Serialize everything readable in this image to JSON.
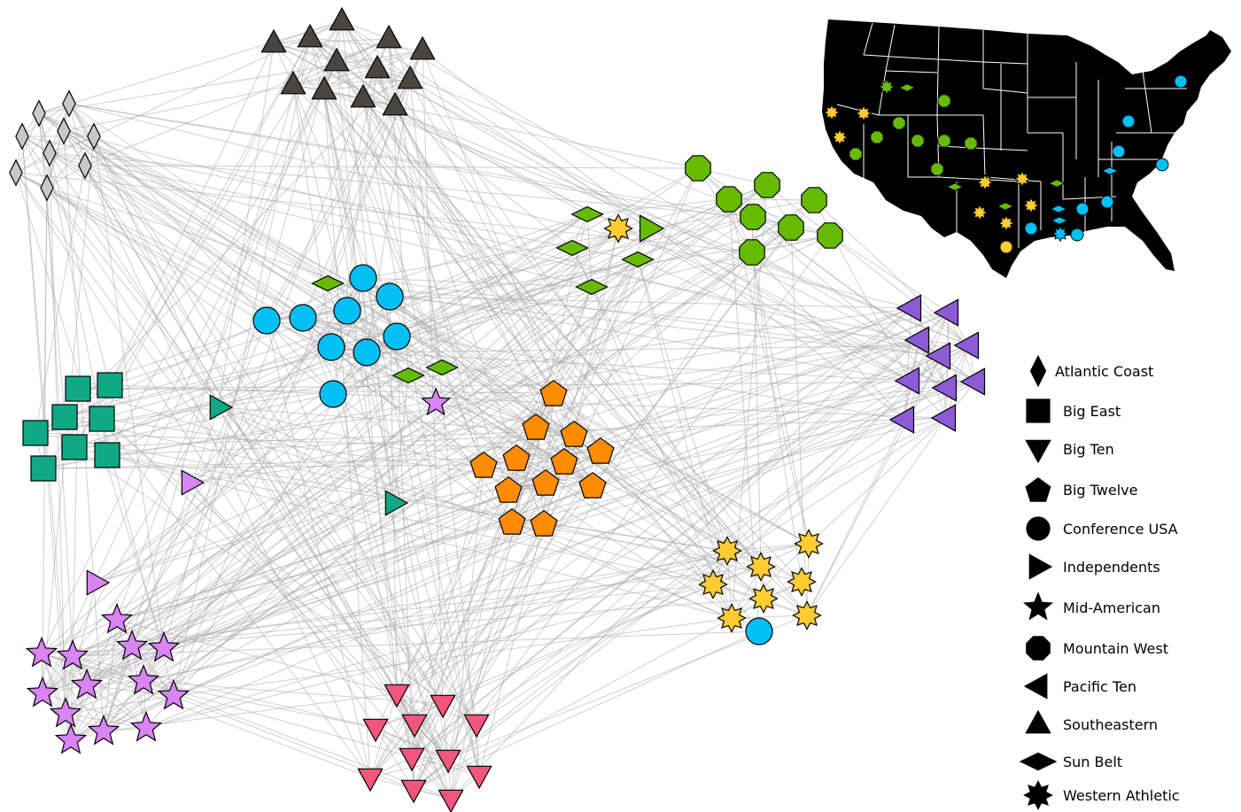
{
  "legend": [
    {
      "key": "atlantic_coast",
      "label": "Atlantic Coast",
      "shape": "diamond-icon"
    },
    {
      "key": "big_east",
      "label": "Big East",
      "shape": "square-icon"
    },
    {
      "key": "big_ten",
      "label": "Big Ten",
      "shape": "triangle-down-icon"
    },
    {
      "key": "big_twelve",
      "label": "Big Twelve",
      "shape": "pentagon-icon"
    },
    {
      "key": "conference_usa",
      "label": "Conference USA",
      "shape": "circle-icon"
    },
    {
      "key": "independents",
      "label": "Independents",
      "shape": "triangle-right-icon"
    },
    {
      "key": "mid_american",
      "label": "Mid-American",
      "shape": "star-icon"
    },
    {
      "key": "mountain_west",
      "label": "Mountain West",
      "shape": "octagon-icon"
    },
    {
      "key": "pacific_ten",
      "label": "Pacific Ten",
      "shape": "triangle-left-icon"
    },
    {
      "key": "southeastern",
      "label": "Southeastern",
      "shape": "triangle-up-icon"
    },
    {
      "key": "sun_belt",
      "label": "Sun Belt",
      "shape": "flat-diamond-icon"
    },
    {
      "key": "western_athletic",
      "label": "Western Athletic",
      "shape": "starburst-icon"
    }
  ],
  "colors": {
    "atlantic_coast": "#c8c8c8",
    "big_east": "#11a886",
    "big_ten": "#f2577b",
    "big_twelve": "#ff8c00",
    "conference_usa": "#00bff3",
    "independents_big_east": "#11a886",
    "independents_mid_american": "#d884f4",
    "independents_sun_belt": "#66bb00",
    "mid_american": "#d884f4",
    "mountain_west": "#66bb00",
    "pacific_ten": "#8e5bd6",
    "southeastern": "#4a463f",
    "sun_belt": "#66bb00",
    "western_athletic": "#ffcc33",
    "edge": "#aaaaaa",
    "map_land": "#b3b3b3",
    "map_border": "#ffffff"
  }
}
